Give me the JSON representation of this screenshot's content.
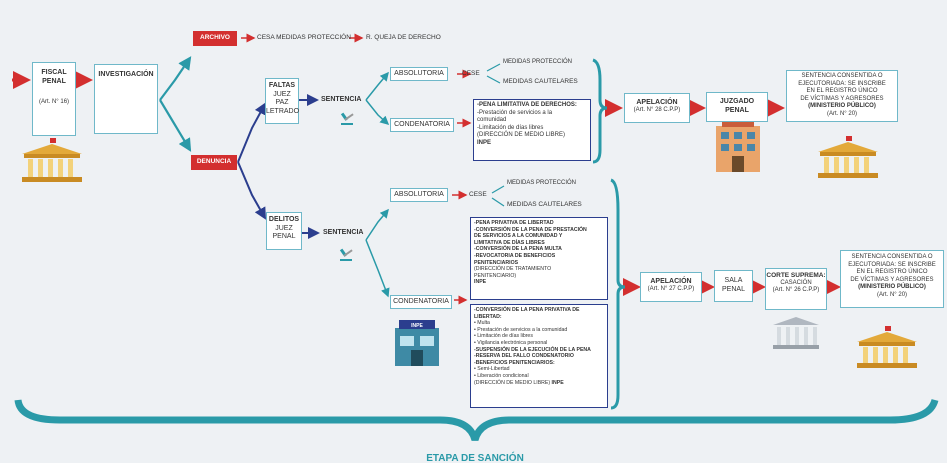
{
  "colors": {
    "teal": "#2a9aa8",
    "box_border": "#6fb8c9",
    "red": "#d32f2f",
    "navy": "#2b3e8e",
    "gold": "#e3a93a"
  },
  "top": {
    "archivo": "ARCHIVO",
    "cesa": "CESA MEDIDAS PROTECCIÓN",
    "queja": "R. QUEJA DE DERECHO"
  },
  "fiscal": {
    "title": "FISCAL PENAL",
    "article": "(Art. N° 16)",
    "icon": "courthouse-icon"
  },
  "investigacion": {
    "title": "INVESTIGACIÓN",
    "icon": "magnifier-icon"
  },
  "denuncia": "DENUNCIA",
  "faltas": {
    "title": "FALTAS",
    "l1": "JUEZ",
    "l2": "PAZ",
    "l3": "LETRADO"
  },
  "delitos": {
    "title": "DELITOS",
    "l1": "JUEZ",
    "l2": "PENAL"
  },
  "sentencia1": "SENTENCIA",
  "sentencia2": "SENTENCIA",
  "absolutoria1": "ABSOLUTORIA",
  "absolutoria2": "ABSOLUTORIA",
  "cese1": "CESE",
  "cese2": "CESE",
  "medidas_prot1": "MEDIDAS PROTECCIÓN",
  "medidas_caut1": "MEDIDAS CAUTELARES",
  "medidas_prot2": "MEDIDAS PROTECCIÓN",
  "medidas_caut2": "MEDIDAS CAUTELARES",
  "condenatoria1": "CONDENATORIA",
  "condenatoria2": "CONDENATORIA",
  "pena_box": {
    "title": "-PENA LIMITATIVA DE DERECHOS:",
    "l1": "-Prestación de servicios a la",
    "l2": "comunidad",
    "l3": "-Limitación de días libres",
    "l4": "(DIRECCIÓN DE MEDIO LIBRE)",
    "l5": "INPE"
  },
  "big_box1": {
    "l1": "-PENA PRIVATIVA DE LIBERTAD",
    "l2": "-CONVERSIÓN DE LA PENA DE PRESTACIÓN",
    "l3": "DE SERVICIOS A LA COMUNIDAD Y",
    "l4": "LIMITATIVA DE DÍAS LIBRES",
    "l5": "-CONVERSIÓN DE LA PENA MULTA",
    "l6": "-REVOCATORIA DE BENEFICIOS",
    "l7": "PENITENCIARIOS",
    "l8": "(DIRECCIÓN DE TRATAMIENTO",
    "l9": "PENITENCIARIO)",
    "l10": "INPE"
  },
  "big_box2": {
    "l1": "-CONVERSIÓN DE LA PENA PRIVATIVA DE",
    "l2": "LIBERTAD:",
    "l3": "• Multa",
    "l4": "• Prestación de servicios a la comunidad",
    "l5": "• Limitación de días libres",
    "l6": "• Vigilancia electrónica personal",
    "l7": "-SUSPENSIÓN DE LA EJECUCIÓN DE LA PENA",
    "l8": "-RESERVA DEL FALLO CONDENATORIO",
    "l9": "-BENEFICIOS PENITENCIARIOS:",
    "l10": "• Semi-Libertad",
    "l11": "• Liberación condicional",
    "l12a": "(DIRECCIÓN DE MEDIO LIBRE)",
    "l12b": "INPE"
  },
  "apelacion1": {
    "title": "APELACIÓN",
    "article": "(Art. N° 28 C.P.P)"
  },
  "apelacion2": {
    "title": "APELACIÓN",
    "article": "(Art. N° 27 C.P.P)"
  },
  "juzgado": {
    "title": "JUZGADO PENAL"
  },
  "sala": {
    "l1": "SALA",
    "l2": "PENAL"
  },
  "corte": {
    "title": "CORTE SUPREMA:",
    "l1": "CASACIÓN",
    "article": "(Art. N° 26 C.P.P)"
  },
  "sentencia_consentida1": {
    "l1": "SENTENCIA CONSENTIDA O",
    "l2": "EJECUTORIADA: SE INSCRIBE",
    "l3": "EN EL REGISTRO ÚNICO",
    "l4": "DE VÍCTIMAS Y AGRESORES",
    "l5": "(MINISTERIO PÚBLICO)",
    "l6": "(Art. N° 20)"
  },
  "sentencia_consentida2": {
    "l1": "SENTENCIA CONSENTIDA O",
    "l2": "EJECUTORIADA: SE INSCRIBE",
    "l3": "EN EL REGISTRO ÚNICO",
    "l4": "DE VÍCTIMAS Y AGRESORES",
    "l5": "(MINISTERIO PÚBLICO)",
    "l6": "(Art. N° 20)"
  },
  "inpe_sign": "INPE",
  "footer": "ETAPA DE SANCIÓN"
}
